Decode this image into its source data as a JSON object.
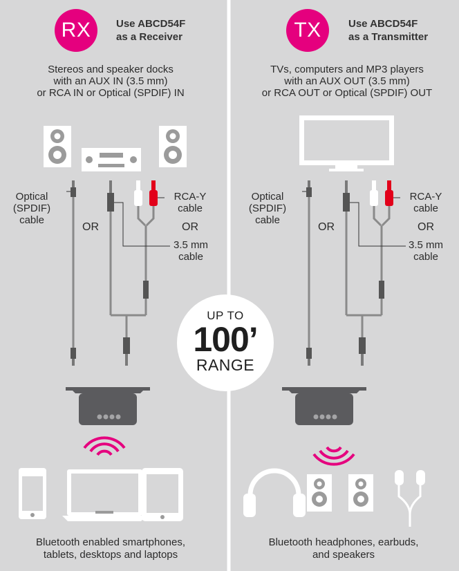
{
  "rx": {
    "badge": "RX",
    "mode_line1": "Use ABCD54F",
    "mode_line2": "as a Receiver",
    "desc_line1": "Stereos and speaker docks",
    "desc_line2": "with an AUX IN (3.5 mm)",
    "desc_line3": "or RCA IN or Optical (SPDIF) IN",
    "optical_line1": "Optical",
    "optical_line2": "(SPDIF)",
    "optical_line3": "cable",
    "or_left": "OR",
    "rca_line1": "RCA-Y",
    "rca_line2": "cable",
    "or_right": "OR",
    "mm_line1": "3.5 mm",
    "mm_line2": "cable",
    "footer_line1": "Bluetooth enabled smartphones,",
    "footer_line2": "tablets, desktops and laptops"
  },
  "tx": {
    "badge": "TX",
    "mode_line1": "Use ABCD54F",
    "mode_line2": "as a Transmitter",
    "desc_line1": "TVs, computers and MP3 players",
    "desc_line2": "with an AUX OUT (3.5 mm)",
    "desc_line3": "or RCA OUT or Optical (SPDIF) OUT",
    "optical_line1": "Optical",
    "optical_line2": "(SPDIF)",
    "optical_line3": "cable",
    "or_left": "OR",
    "rca_line1": "RCA-Y",
    "rca_line2": "cable",
    "or_right": "OR",
    "mm_line1": "3.5 mm",
    "mm_line2": "cable",
    "footer_line1": "Bluetooth headphones, earbuds,",
    "footer_line2": "and speakers"
  },
  "range": {
    "line1": "UP TO",
    "line2": "100’",
    "line3": "RANGE"
  },
  "colors": {
    "background": "#d7d7d8",
    "accent": "#e5007e",
    "rca_red": "#e2001a",
    "device_gray": "#555558",
    "cable_gray": "#8a8a8a"
  },
  "icons": {
    "rx_source": "stereo-system-icon",
    "tx_source": "tv-monitor-icon",
    "rx_targets": [
      "smartphone-icon",
      "laptop-icon",
      "tablet-icon"
    ],
    "tx_targets": [
      "headphones-icon",
      "speakers-icon",
      "earbuds-icon"
    ]
  }
}
